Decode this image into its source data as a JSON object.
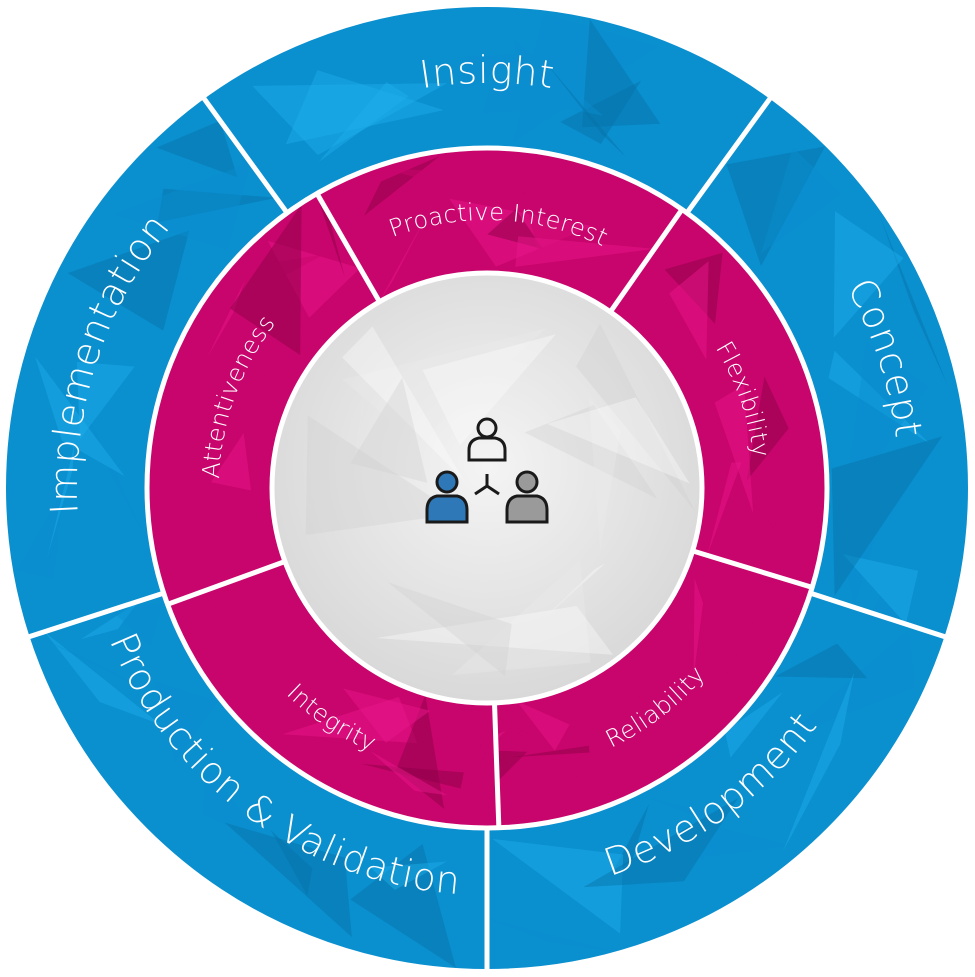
{
  "colors": {
    "outer_ring": "#0a8fcf",
    "outer_ring_light": "#1fb0ec",
    "outer_ring_dark": "#0670a6",
    "inner_ring": "#c8056c",
    "inner_ring_light": "#e8168a",
    "inner_ring_dark": "#8e0048",
    "center": "#e4e4e4",
    "divider": "#ffffff",
    "icon_blue": "#2f78b8",
    "icon_gray": "#9a9a9a",
    "icon_stroke": "#1a1a1a"
  },
  "outer_ring": {
    "segments": [
      {
        "label": "Insight"
      },
      {
        "label": "Concept"
      },
      {
        "label": "Development"
      },
      {
        "label": "Production & Validation"
      },
      {
        "label": "Implementation"
      }
    ]
  },
  "inner_ring": {
    "segments": [
      {
        "label": "Proactive Interest"
      },
      {
        "label": "Flexibility"
      },
      {
        "label": "Reliability"
      },
      {
        "label": "Integrity"
      },
      {
        "label": "Attentiveness"
      }
    ]
  },
  "center": {
    "icon": "team-hierarchy-icon"
  }
}
